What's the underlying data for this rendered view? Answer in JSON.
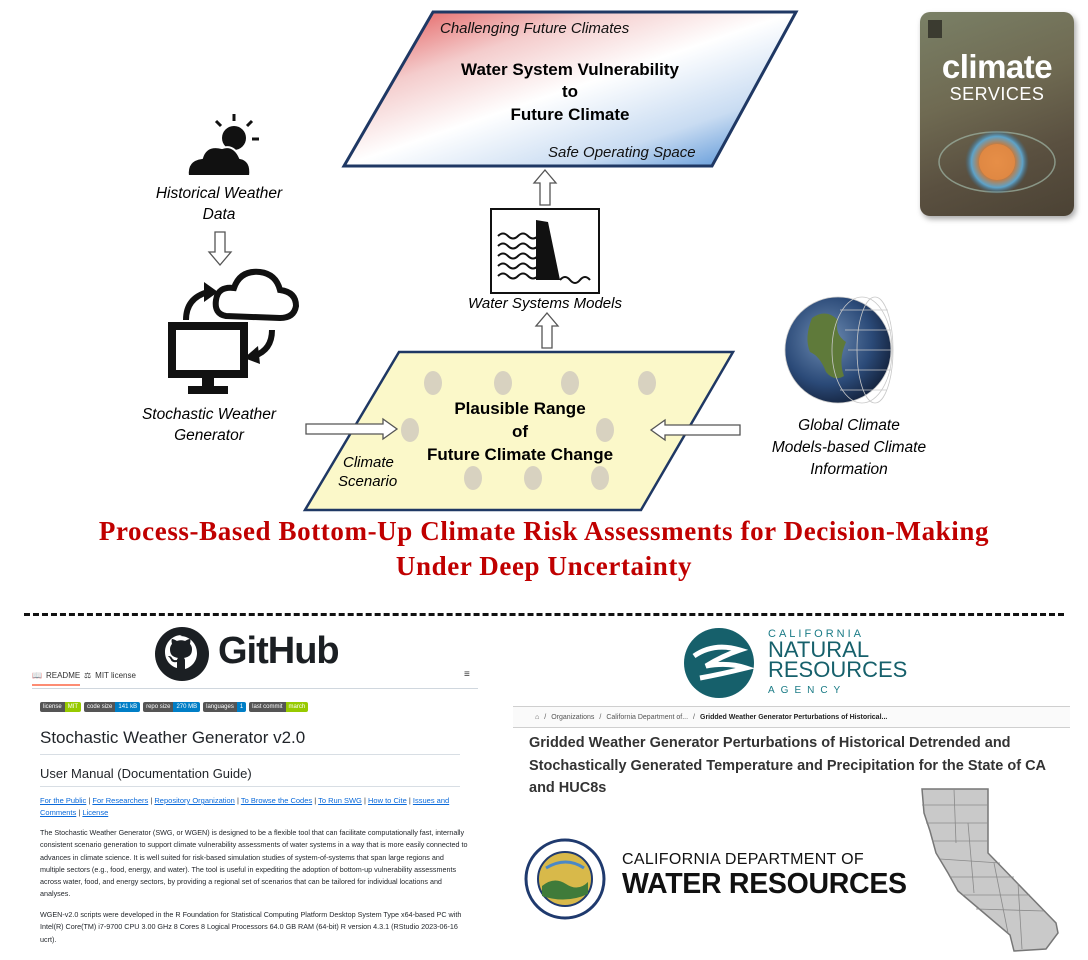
{
  "diagram": {
    "vulnerability_box": {
      "top_label": "Challenging Future Climates",
      "title_line1": "Water System Vulnerability",
      "title_line2": "to",
      "title_line3": "Future Climate",
      "bottom_label": "Safe Operating Space"
    },
    "historical_weather_label": [
      "Historical Weather",
      "Data"
    ],
    "stochastic_weather_generator_label": [
      "Stochastic Weather",
      "Generator"
    ],
    "water_systems_models_label": "Water Systems Models",
    "plausible_range": {
      "title_line1": "Plausible Range",
      "title_line2": "of",
      "title_line3": "Future Climate Change",
      "scenario_label": [
        "Climate",
        "Scenario"
      ]
    },
    "gcm_label": [
      "Global Climate",
      "Models-based Climate",
      "Information"
    ],
    "main_title_line1": "Process-Based Bottom-Up Climate Risk Assessments for Decision-Making",
    "main_title_line2": "Under Deep Uncertainty"
  },
  "journal_cover": {
    "title_main": "climate",
    "title_sub": "SERVICES"
  },
  "github": {
    "logo_text": "GitHub",
    "tabs": [
      {
        "label": "README",
        "icon": "book-icon"
      },
      {
        "label": "MIT license",
        "icon": "scale-icon"
      }
    ],
    "badges": [
      {
        "key": "license",
        "value": "MIT",
        "color": "#97ca00"
      },
      {
        "key": "code size",
        "value": "141 kB",
        "color": "#007ec6"
      },
      {
        "key": "repo size",
        "value": "270 MB",
        "color": "#007ec6"
      },
      {
        "key": "languages",
        "value": "1",
        "color": "#007ec6"
      },
      {
        "key": "last commit",
        "value": "march",
        "color": "#97ca00"
      }
    ],
    "heading": "Stochastic Weather Generator v2.0",
    "subheading": "User Manual (Documentation Guide)",
    "links": [
      "For the Public",
      "For Researchers",
      "Repository Organization",
      "To Browse the Codes",
      "To Run SWG",
      "How to Cite",
      "Issues and Comments",
      "License"
    ],
    "paragraph1": "The Stochastic Weather Generator (SWG, or WGEN) is designed to be a flexible tool that can facilitate computationally fast, internally consistent scenario generation to support climate vulnerability assessments of water systems in a way that is more easily connected to advances in climate science. It is well suited for risk-based simulation studies of system-of-systems that span large regions and multiple sectors (e.g., food, energy, and water). The tool is useful in expediting the adoption of bottom-up vulnerability assessments across water, food, and energy sectors, by providing a regional set of scenarios that can be tailored for individual locations and analyses.",
    "paragraph2": "WGEN-v2.0 scripts were developed in the R Foundation for Statistical Computing Platform Desktop System Type x64-based PC with Intel(R) Core(TM) i7-9700 CPU 3.00 GHz 8 Cores 8 Logical Processors 64.0 GB RAM (64-bit) R version 4.3.1 (RStudio 2023-06-16 ucrt)."
  },
  "california": {
    "cnra_line1": "CALIFORNIA",
    "cnra_line2a": "NATURAL",
    "cnra_line2b": "RESOURCES",
    "cnra_line3": "AGENCY",
    "breadcrumb": [
      "Organizations",
      "California Department of...",
      "Gridded Weather Generator Perturbations of Historical..."
    ],
    "dataset_title": "Gridded Weather Generator Perturbations of Historical Detrended and Stochastically Generated Temperature and Precipitation for the State of CA and HUC8s",
    "dwr_line1": "CALIFORNIA  DEPARTMENT OF",
    "dwr_line2": "WATER RESOURCES"
  }
}
